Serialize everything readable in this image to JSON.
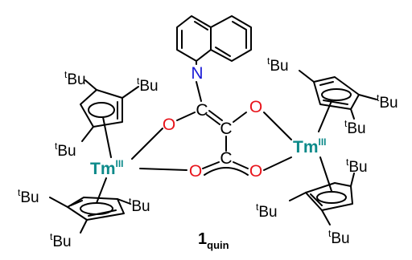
{
  "colors": {
    "oxygen": "#e8141b",
    "nitrogen": "#1a1ad6",
    "carbon": "#000000",
    "metal": "#0d8a8a"
  },
  "atoms": {
    "nitrogen": "N",
    "oxygen": "O",
    "carbon": "C"
  },
  "metal": {
    "symbol": "Tm",
    "oxidation_state": "III"
  },
  "substituent": {
    "prefix": "t",
    "name": "Bu"
  },
  "compound": {
    "number": "1",
    "subscript": "quin"
  }
}
